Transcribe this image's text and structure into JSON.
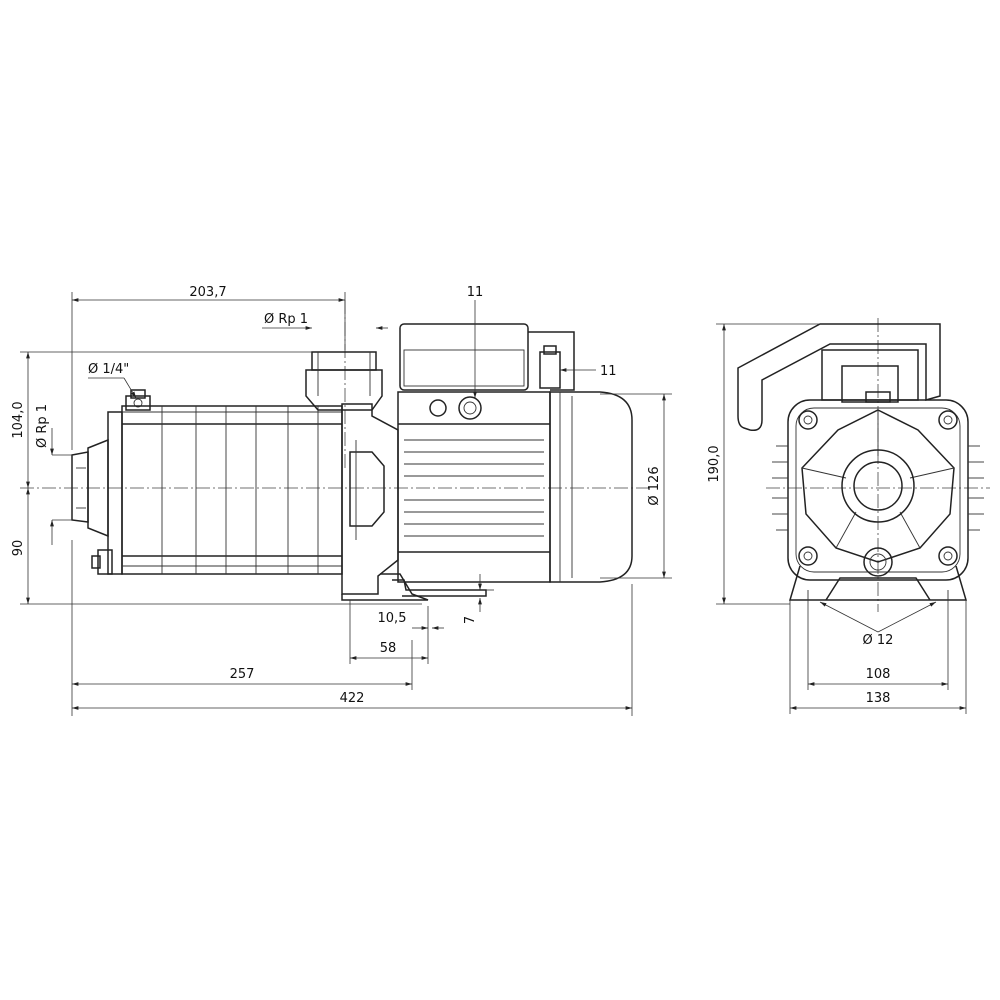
{
  "dimensions": {
    "d203_7": "203,7",
    "rp1_top": "Ø Rp 1",
    "screw_11_top": "11",
    "screw_11_side": "11",
    "d1_4": "Ø 1/4\"",
    "rp1_left": "Ø Rp 1",
    "d104": "104,0",
    "d90": "90",
    "d126": "Ø 126",
    "d10_5": "10,5",
    "d7": "7",
    "d58": "58",
    "d257": "257",
    "d422": "422",
    "d190": "190,0",
    "d12": "Ø 12",
    "d108": "108",
    "d138": "138"
  }
}
